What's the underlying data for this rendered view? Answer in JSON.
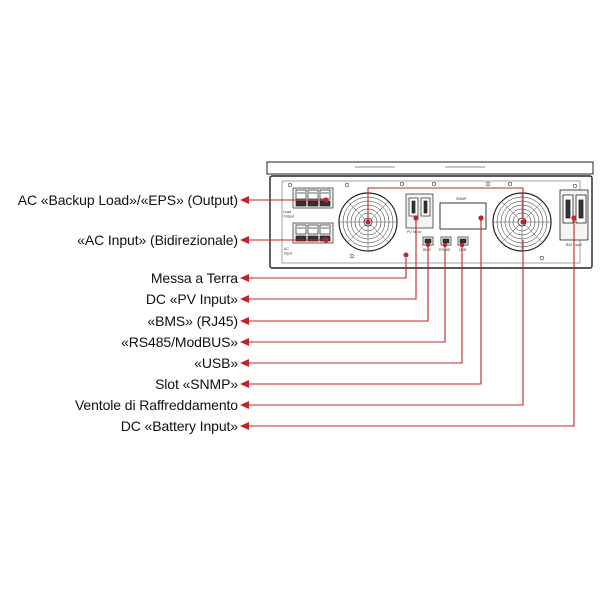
{
  "labels": [
    "AC «Backup Load»/«EPS» (Output)",
    "«AC Input» (Bidirezionale)",
    "Messa a Terra",
    "DC «PV Input»",
    "«BMS» (RJ45)",
    "«RS485/ModBUS»",
    "«USB»",
    "Slot «SNMP»",
    "Ventole di Raffreddamento",
    "DC «Battery Input»"
  ],
  "panel_text": {
    "load_output": "Load\nOutput",
    "ac_input": "AC\nInput",
    "pv_input": "PV Input",
    "snmp": "SNMP",
    "bms": "BMS",
    "rs485": "RS485",
    "usb": "USB",
    "bat_input": "BAT Input"
  },
  "colors": {
    "leader": "#c0242b",
    "outline": "#222222"
  }
}
